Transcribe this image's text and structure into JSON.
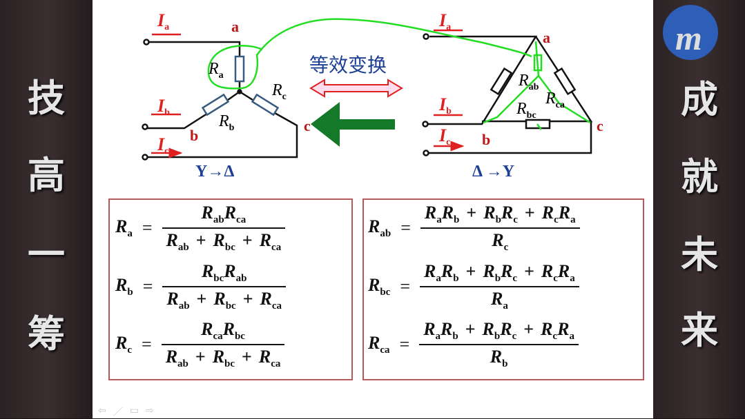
{
  "left_panel": {
    "chars": [
      "技",
      "高",
      "一",
      "筹"
    ]
  },
  "right_panel": {
    "logo": "logo-icon",
    "chars": [
      "成",
      "就",
      "未",
      "来"
    ]
  },
  "diagram": {
    "star": {
      "title": "Y→Δ",
      "node_a": "a",
      "node_b": "b",
      "node_c": "c",
      "Ia": [
        "I",
        "a"
      ],
      "Ib": [
        "I",
        "b"
      ],
      "Ic": [
        "I",
        "c"
      ],
      "Ra": [
        "R",
        "a"
      ],
      "Rb": [
        "R",
        "b"
      ],
      "Rc": [
        "R",
        "c"
      ]
    },
    "delta": {
      "title": "Δ →Y",
      "node_a": "a",
      "node_b": "b",
      "node_c": "c",
      "Ia": [
        "I",
        "a"
      ],
      "Ib": [
        "I",
        "b"
      ],
      "Ic": [
        "I",
        "c"
      ],
      "Rab": [
        "R",
        "ab"
      ],
      "Rbc": [
        "R",
        "bc"
      ],
      "Rca": [
        "R",
        "ca"
      ]
    },
    "center_label": "等效变换",
    "colors": {
      "current": "#e02020",
      "node": "#c01818",
      "title": "#1d3f94",
      "resistor": "#3a5a80",
      "annotation": "#22dd22",
      "arrow": "#147a2a"
    }
  },
  "formulas_left": [
    {
      "lhs": "a",
      "num": [
        [
          "R",
          "ab"
        ],
        [
          "R",
          "ca"
        ]
      ],
      "den": [
        [
          "R",
          "ab"
        ],
        "+",
        [
          "R",
          "bc"
        ],
        "+",
        [
          "R",
          "ca"
        ]
      ]
    },
    {
      "lhs": "b",
      "num": [
        [
          "R",
          "bc"
        ],
        [
          "R",
          "ab"
        ]
      ],
      "den": [
        [
          "R",
          "ab"
        ],
        "+",
        [
          "R",
          "bc"
        ],
        "+",
        [
          "R",
          "ca"
        ]
      ]
    },
    {
      "lhs": "c",
      "num": [
        [
          "R",
          "ca"
        ],
        [
          "R",
          "bc"
        ]
      ],
      "den": [
        [
          "R",
          "ab"
        ],
        "+",
        [
          "R",
          "bc"
        ],
        "+",
        [
          "R",
          "ca"
        ]
      ]
    }
  ],
  "formulas_right": [
    {
      "lhs": "ab",
      "num": [
        [
          "R",
          "a"
        ],
        [
          "R",
          "b"
        ],
        "+",
        [
          "R",
          "b"
        ],
        [
          "R",
          "c"
        ],
        "+",
        [
          "R",
          "c"
        ],
        [
          "R",
          "a"
        ]
      ],
      "den": [
        [
          "R",
          "c"
        ]
      ]
    },
    {
      "lhs": "bc",
      "num": [
        [
          "R",
          "a"
        ],
        [
          "R",
          "b"
        ],
        "+",
        [
          "R",
          "b"
        ],
        [
          "R",
          "c"
        ],
        "+",
        [
          "R",
          "c"
        ],
        [
          "R",
          "a"
        ]
      ],
      "den": [
        [
          "R",
          "a"
        ]
      ]
    },
    {
      "lhs": "ca",
      "num": [
        [
          "R",
          "a"
        ],
        [
          "R",
          "b"
        ],
        "+",
        [
          "R",
          "b"
        ],
        [
          "R",
          "c"
        ],
        "+",
        [
          "R",
          "c"
        ],
        [
          "R",
          "a"
        ]
      ],
      "den": [
        [
          "R",
          "b"
        ]
      ]
    }
  ],
  "nav": {
    "prev": "⇦",
    "pen": "／",
    "menu": "▭",
    "next": "⇨"
  }
}
